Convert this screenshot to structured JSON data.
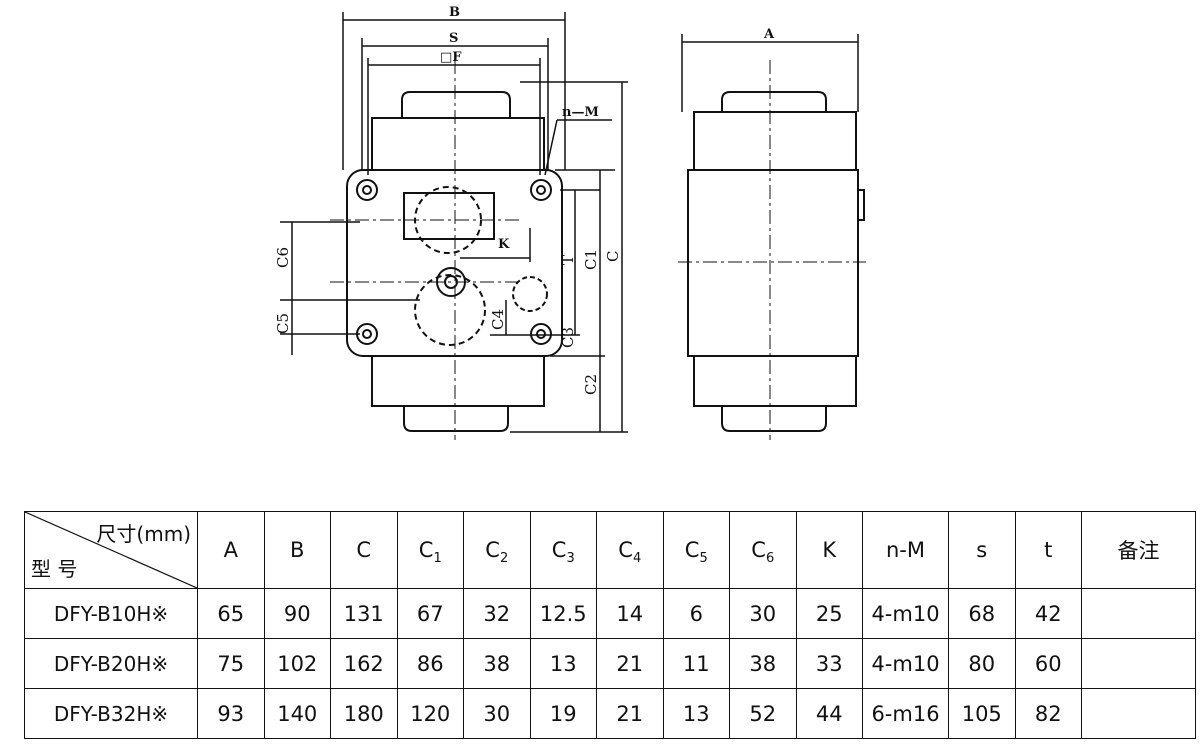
{
  "drawing": {
    "dim_labels": {
      "B": "B",
      "S": "S",
      "F": "□F",
      "nM": "n—M",
      "K": "K",
      "T": "T",
      "C1": "C1",
      "C": "C",
      "C2": "C2",
      "C3": "C3",
      "C4": "C4",
      "C5": "C5",
      "C6": "C6",
      "A": "A"
    }
  },
  "table": {
    "corner_unit": "尺寸(mm)",
    "corner_model": "型 号",
    "columns": [
      {
        "base": "A",
        "sub": ""
      },
      {
        "base": "B",
        "sub": ""
      },
      {
        "base": "C",
        "sub": ""
      },
      {
        "base": "C",
        "sub": "1"
      },
      {
        "base": "C",
        "sub": "2"
      },
      {
        "base": "C",
        "sub": "3"
      },
      {
        "base": "C",
        "sub": "4"
      },
      {
        "base": "C",
        "sub": "5"
      },
      {
        "base": "C",
        "sub": "6"
      },
      {
        "base": "K",
        "sub": ""
      },
      {
        "base": "n-M",
        "sub": ""
      },
      {
        "base": "s",
        "sub": ""
      },
      {
        "base": "t",
        "sub": ""
      },
      {
        "base": "备注",
        "sub": ""
      }
    ],
    "rows": [
      {
        "model": "DFY-B10H※",
        "values": [
          "65",
          "90",
          "131",
          "67",
          "32",
          "12.5",
          "14",
          "6",
          "30",
          "25",
          "4-m10",
          "68",
          "42",
          ""
        ]
      },
      {
        "model": "DFY-B20H※",
        "values": [
          "75",
          "102",
          "162",
          "86",
          "38",
          "13",
          "21",
          "11",
          "38",
          "33",
          "4-m10",
          "80",
          "60",
          ""
        ]
      },
      {
        "model": "DFY-B32H※",
        "values": [
          "93",
          "140",
          "180",
          "120",
          "30",
          "19",
          "21",
          "13",
          "52",
          "44",
          "6-m16",
          "105",
          "82",
          ""
        ]
      }
    ]
  }
}
